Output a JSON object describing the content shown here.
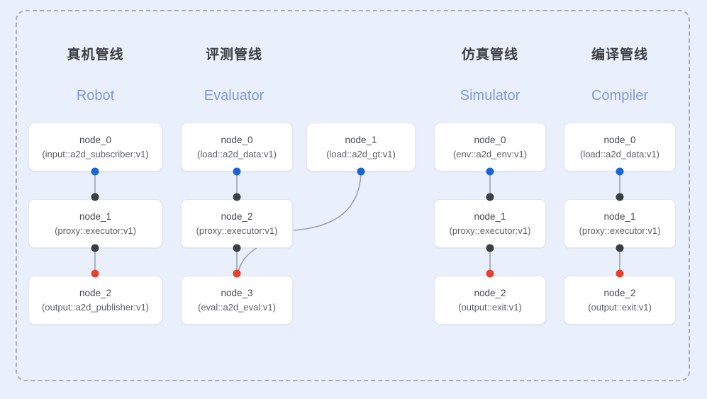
{
  "frame": {
    "style": "dashed-rounded-container",
    "border_color": "#a8aeba",
    "background": "#eaeffc"
  },
  "palette": {
    "background": "#eaeffc",
    "card_background": "#ffffff",
    "card_border": "#e3e6ec",
    "title_color": "#3c4043",
    "subtitle_color": "#7f9ad6",
    "port_source_blue": "#1a64d8",
    "port_neutral_black": "#3c4043",
    "port_sink_red": "#e8402a",
    "edge_color": "#9aa2b1"
  },
  "pipelines": [
    {
      "id": "robot",
      "title_cn": "真机管线",
      "title_en": "Robot",
      "nodes": [
        {
          "id": "robot-node-0",
          "name": "node_0",
          "type": "(input::a2d_subscriber:v1)"
        },
        {
          "id": "robot-node-1",
          "name": "node_1",
          "type": "(proxy::executor:v1)"
        },
        {
          "id": "robot-node-2",
          "name": "node_2",
          "type": "(output::a2d_publisher:v1)"
        }
      ]
    },
    {
      "id": "evaluator",
      "title_cn": "评测管线",
      "title_en": "Evaluator",
      "nodes": [
        {
          "id": "eval-node-0",
          "name": "node_0",
          "type": "(load::a2d_data:v1)"
        },
        {
          "id": "eval-node-1",
          "name": "node_1",
          "type": "(load::a2d_gt:v1)"
        },
        {
          "id": "eval-node-2",
          "name": "node_2",
          "type": "(proxy::executor:v1)"
        },
        {
          "id": "eval-node-3",
          "name": "node_3",
          "type": "(eval::a2d_eval:v1)"
        }
      ]
    },
    {
      "id": "simulator",
      "title_cn": "仿真管线",
      "title_en": "Simulator",
      "nodes": [
        {
          "id": "sim-node-0",
          "name": "node_0",
          "type": "(env::a2d_env:v1)"
        },
        {
          "id": "sim-node-1",
          "name": "node_1",
          "type": "(proxy::executor:v1)"
        },
        {
          "id": "sim-node-2",
          "name": "node_2",
          "type": "(output::exit:v1)"
        }
      ]
    },
    {
      "id": "compiler",
      "title_cn": "编译管线",
      "title_en": "Compiler",
      "nodes": [
        {
          "id": "comp-node-0",
          "name": "node_0",
          "type": "(load::a2d_data:v1)"
        },
        {
          "id": "comp-node-1",
          "name": "node_1",
          "type": "(proxy::executor:v1)"
        },
        {
          "id": "comp-node-2",
          "name": "node_2",
          "type": "(output::exit:v1)"
        }
      ]
    }
  ]
}
